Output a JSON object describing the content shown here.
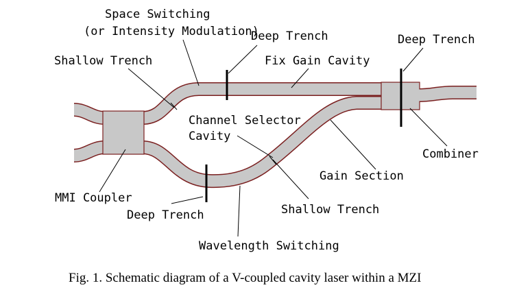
{
  "labels": {
    "space_switching": "Space Switching",
    "intensity_modulation": "(or Intensity Modulation)",
    "deep_trench_top": "Deep Trench",
    "deep_trench_right": "Deep Trench",
    "deep_trench_bottom": "Deep Trench",
    "shallow_trench_top": "Shallow Trench",
    "shallow_trench_bottom": "Shallow Trench",
    "fix_gain_cavity": "Fix Gain Cavity",
    "channel_selector": "Channel Selector",
    "cavity": "Cavity",
    "combiner": "Combiner",
    "gain_section": "Gain Section",
    "mmi_coupler": "MMI Coupler",
    "wavelength_switching": "Wavelength Switching"
  },
  "caption": "Fig. 1. Schematic diagram of a V-coupled cavity laser within a MZI",
  "colors": {
    "waveguide_fill": "#c8c8c8",
    "waveguide_edge": "#7a1f1f",
    "text": "#000000"
  }
}
